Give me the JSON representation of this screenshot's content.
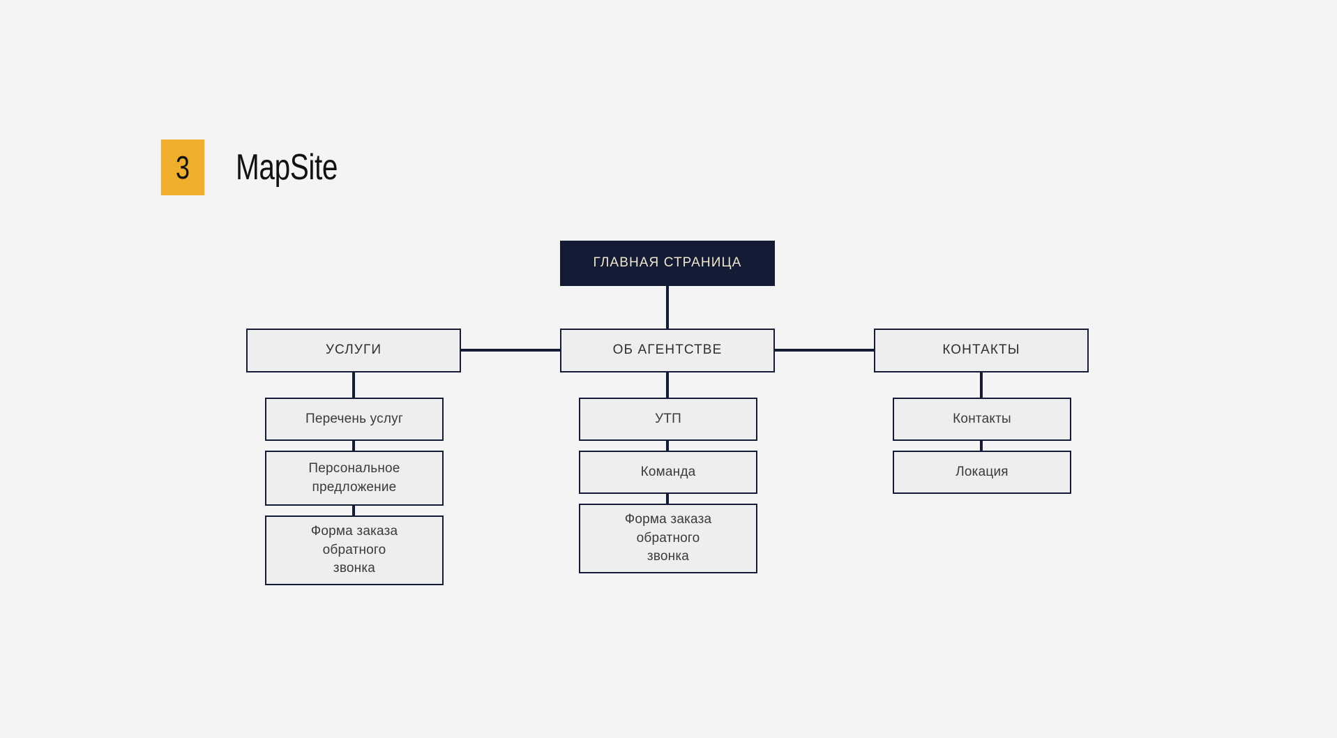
{
  "header": {
    "badge_number": "3",
    "title": "MapSite",
    "badge_color": "#EFAE2B",
    "title_color": "#121212"
  },
  "theme": {
    "background": "#F4F4F4",
    "node_fill": "#EEEEEE",
    "node_border": "#141B34",
    "root_fill": "#141B34",
    "root_text": "#F0E6CF",
    "node_text": "#3A3A3A"
  },
  "sitemap": {
    "root": {
      "label": "ГЛАВНАЯ СТРАНИЦА"
    },
    "sections": [
      {
        "label": "УСЛУГИ",
        "children": [
          {
            "label": "Перечень услуг"
          },
          {
            "label": "Персональное\nпредложение"
          },
          {
            "label": "Форма заказа\nобратного\nзвонка"
          }
        ]
      },
      {
        "label": "ОБ АГЕНТСТВЕ",
        "children": [
          {
            "label": "УТП"
          },
          {
            "label": "Команда"
          },
          {
            "label": "Форма заказа\nобратного\nзвонка"
          }
        ]
      },
      {
        "label": "КОНТАКТЫ",
        "children": [
          {
            "label": "Контакты"
          },
          {
            "label": "Локация"
          }
        ]
      }
    ]
  }
}
